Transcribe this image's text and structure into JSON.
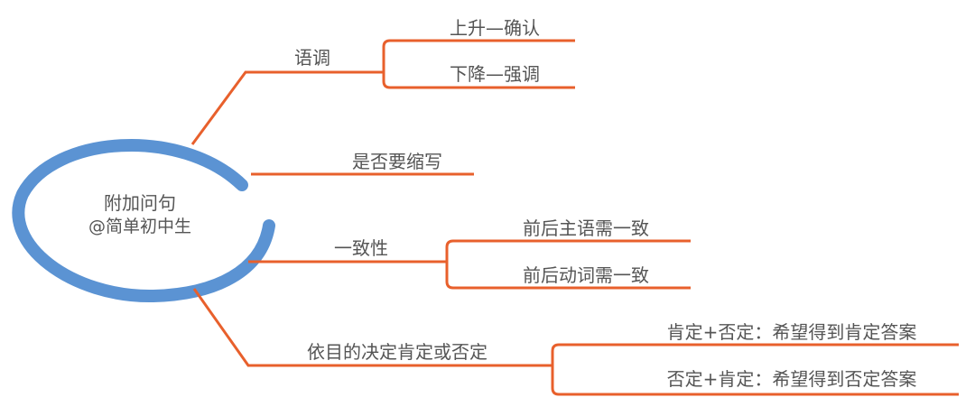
{
  "root": {
    "title": "附加问句",
    "subtitle": "@简单初中生"
  },
  "branches": [
    {
      "label": "语调",
      "children": [
        "上升—确认",
        "下降—强调"
      ]
    },
    {
      "label": "是否要缩写",
      "children": []
    },
    {
      "label": "一致性",
      "children": [
        "前后主语需一致",
        "前后动词需一致"
      ]
    },
    {
      "label": "依目的决定肯定或否定",
      "children": [
        "肯定+否定：希望得到肯定答案",
        "否定+肯定：希望得到否定答案"
      ]
    }
  ],
  "colors": {
    "line": "#e8602c",
    "ring": "#5b93d3",
    "text": "#555555"
  }
}
